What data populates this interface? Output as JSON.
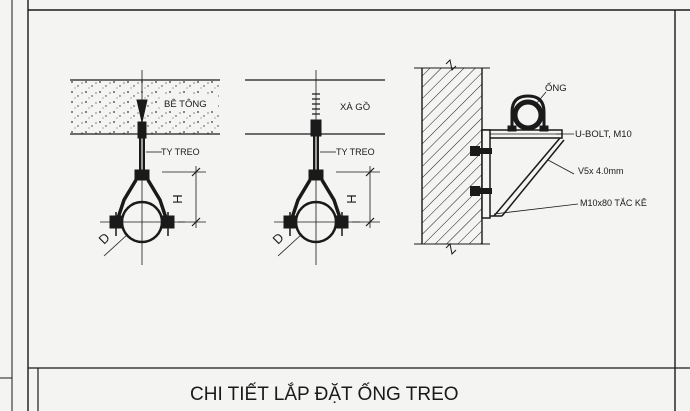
{
  "title": "CHI TIẾT LẮP ĐẶT ỐNG TREO",
  "detail_concrete": {
    "slab_label": "BÊ TÔNG",
    "rod_label": "TY TREO",
    "height_dim": "H",
    "diameter_dim": "D"
  },
  "detail_purlin": {
    "purlin_label": "XÀ GỒ",
    "rod_label": "TY TREO",
    "height_dim": "H",
    "diameter_dim": "D"
  },
  "detail_wall": {
    "pipe_label": "ỐNG",
    "ubolt_label": "U-BOLT, M10",
    "angle_label": "V5x 4.0mm",
    "anchor_label": "M10x80 TẮC KÊ"
  },
  "colors": {
    "ink": "#1a1a1a",
    "paper": "#f4f4f2"
  }
}
